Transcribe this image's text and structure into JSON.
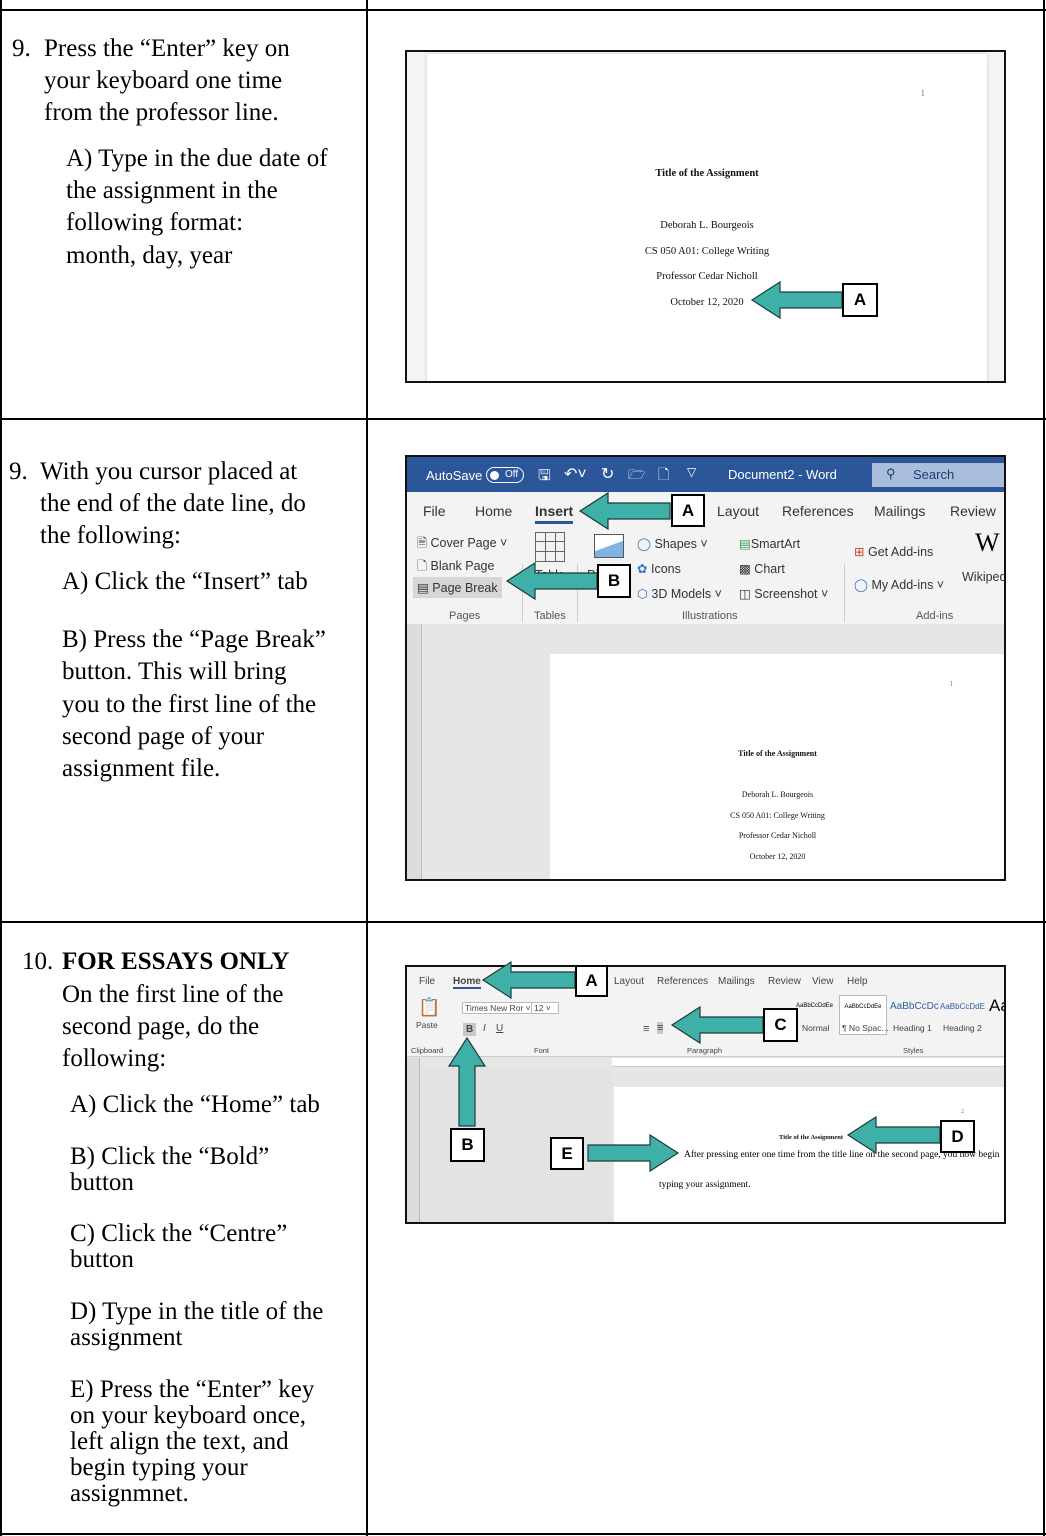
{
  "colors": {
    "arrow": "#3eb0a8",
    "word_blue": "#2b579a",
    "ribbon": "#f3f3f3",
    "doc_gray": "#e6e6e6"
  },
  "rows": [
    {
      "step": "9.",
      "lines": [
        "Press the “Enter” key on",
        "your keyboard one time",
        "from the professor line."
      ],
      "sub": [
        "A) Type in the due date of",
        "the assignment in the",
        "following format:",
        "month, day, year"
      ]
    },
    {
      "step": "9.",
      "lines": [
        "With you cursor placed at",
        "the end of the date line, do",
        "the following:"
      ],
      "sub_a": "A) Click the “Insert” tab",
      "sub_b": [
        "B) Press the “Page Break”",
        "button. This will bring",
        "you to the first line of the",
        "second page of your",
        "assignment file."
      ]
    },
    {
      "step": "10.",
      "heading": "FOR ESSAYS ONLY",
      "lines": [
        "On the first line of the",
        "second page, do the",
        "following:"
      ],
      "a": "A) Click the “Home” tab",
      "b": [
        "B) Click the “Bold”",
        "button"
      ],
      "c": [
        "C) Click the “Centre”",
        "button"
      ],
      "d": [
        "D) Type in the title of the",
        "assignment"
      ],
      "e": [
        "E) Press the “Enter” key",
        "on your keyboard once,",
        "left align the text, and",
        "begin typing your",
        "assignmnet."
      ]
    }
  ],
  "doc": {
    "page_number": "1",
    "page_number_2": "2",
    "title": "Title of the Assignment",
    "author": "Deborah L. Bourgeois",
    "course": "CS 050 A01: College Writing",
    "professor": "Professor Cedar Nicholl",
    "date": "October 12, 2020",
    "body": "After pressing enter one time from the title line on the second page, you now begin",
    "body2": "typing your assignment."
  },
  "word": {
    "autosave": "AutoSave",
    "toggle": "Off",
    "doc_title": "Document2  -  Word",
    "search": "Search",
    "tabs": [
      "File",
      "Home",
      "Insert",
      "Layout",
      "References",
      "Mailings",
      "Review"
    ],
    "pages": [
      "Cover Page",
      "Blank Page",
      "Page Break"
    ],
    "table": "Table",
    "pictures": "Pi",
    "illus": [
      "Shapes",
      "Icons",
      "3D Models",
      "SmartArt",
      "Chart",
      "Screenshot"
    ],
    "addins": [
      "Get Add-ins",
      "My Add-ins",
      "Wikiped"
    ],
    "groups": [
      "Pages",
      "Tables",
      "Illustrations",
      "Add-ins"
    ]
  },
  "home": {
    "tabs": [
      "File",
      "Home",
      "Layout",
      "References",
      "Mailings",
      "Review",
      "View",
      "Help"
    ],
    "paste": "Paste",
    "font": "Times New Ror",
    "size": "12",
    "bold": "B",
    "italic": "I",
    "underline": "U",
    "styles": [
      "AaBbCcDdEe",
      "AaBbCcDdEe",
      "AaBbCcDc",
      "AaBbCcDdE",
      "Aa"
    ],
    "style_names": [
      "Normal",
      "¶ No Spac...",
      "Heading 1",
      "Heading 2"
    ],
    "groups": [
      "Clipboard",
      "Font",
      "Paragraph",
      "Styles"
    ]
  },
  "labels": {
    "a": "A",
    "b": "B",
    "c": "C",
    "d": "D",
    "e": "E"
  }
}
